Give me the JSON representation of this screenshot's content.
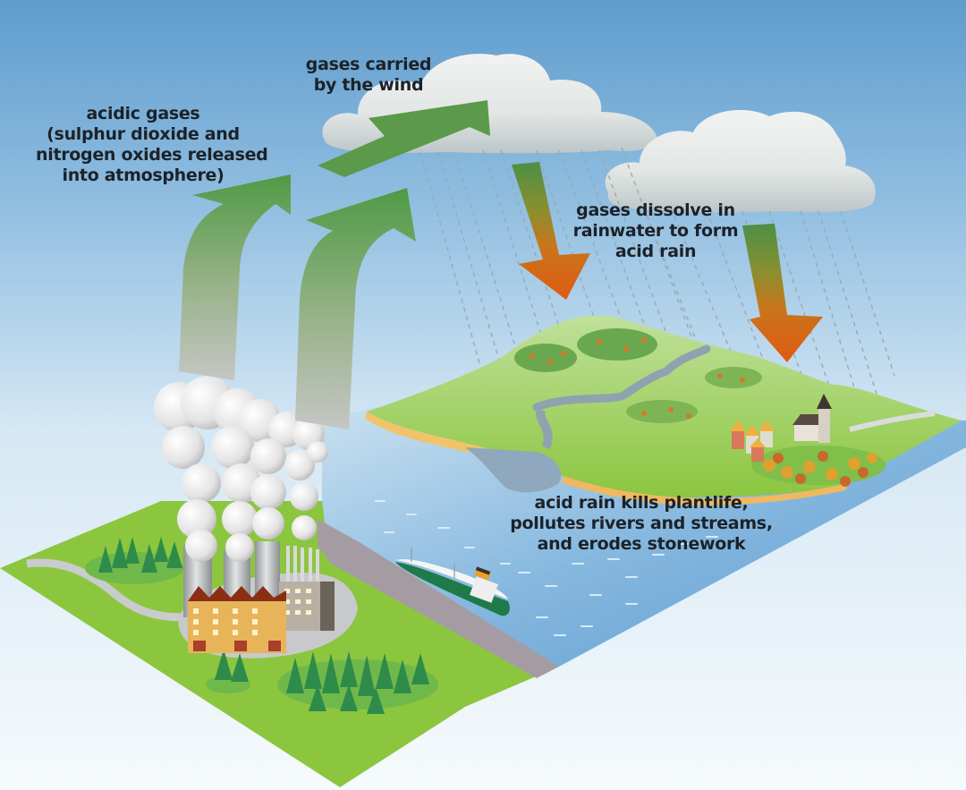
{
  "diagram": {
    "title_implied": null,
    "labels": {
      "acidic_gases": [
        "acidic gases",
        "(sulphur dioxide and",
        "nitrogen oxides released",
        "into atmosphere)"
      ],
      "wind": [
        "gases carried",
        "by the wind"
      ],
      "dissolve": [
        "gases dissolve in",
        "rainwater to form",
        "acid rain"
      ],
      "effects": [
        "acid rain kills plantlife,",
        "pollutes rivers and streams,",
        "and erodes stonework"
      ]
    },
    "colors": {
      "sky_top": "#5f9ccd",
      "sky_bottom": "#eef5fa",
      "land_green": "#8cc63f",
      "water_blue": "#7fb3dc",
      "rising_arrow_green": "#5a9a4a",
      "falling_arrow_orange": "#e05a10",
      "cloud": "#e6eaea",
      "smoke": "#e4e4e4"
    }
  }
}
